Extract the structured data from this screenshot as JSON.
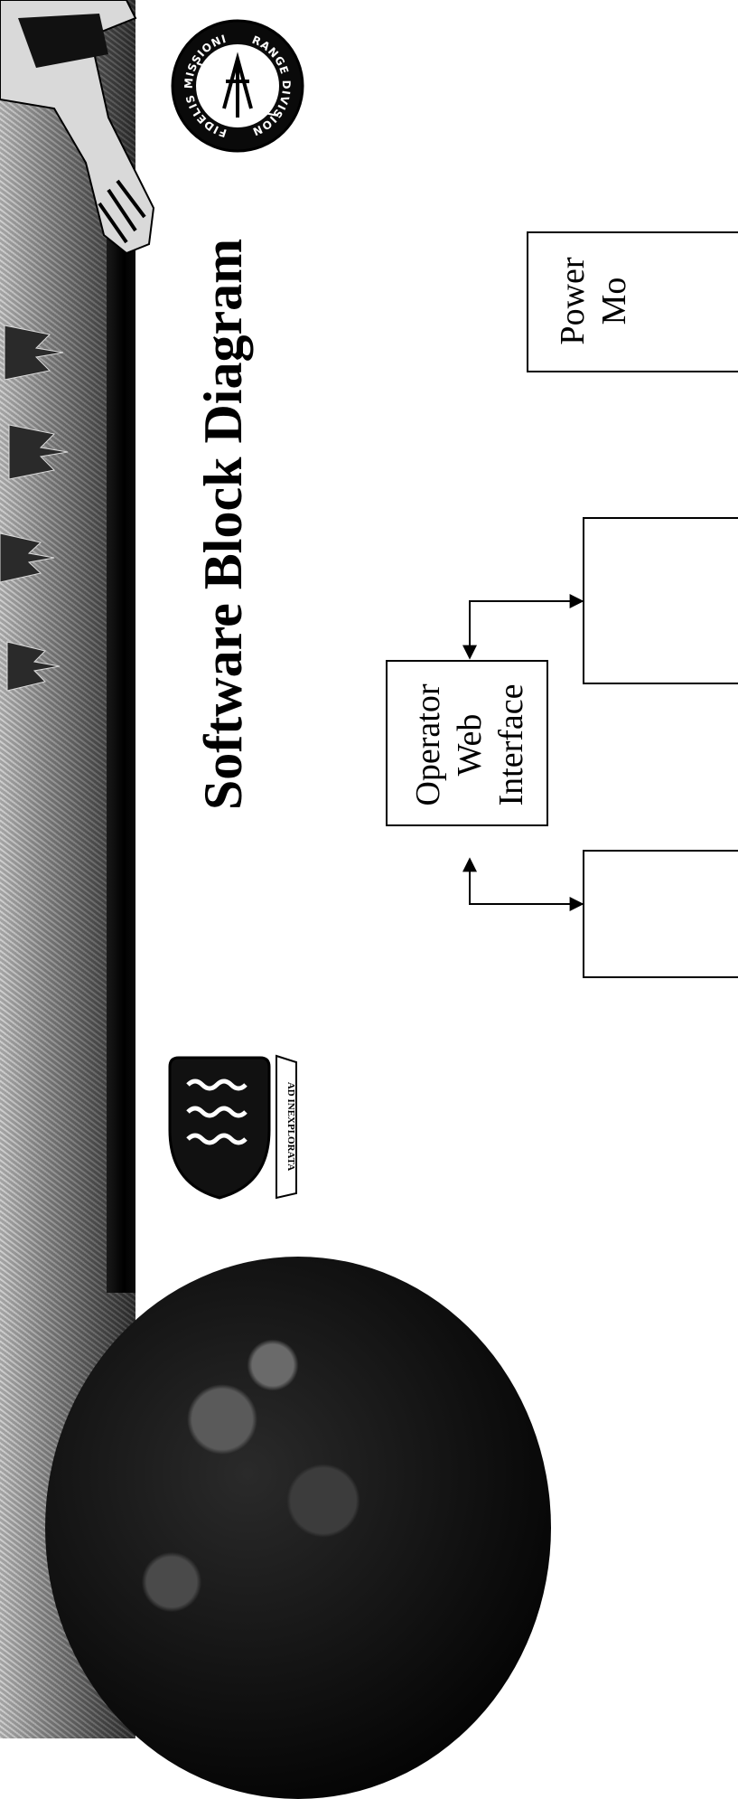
{
  "slide": {
    "title": "Software Block Diagram"
  },
  "emblems": {
    "left_seal_ring_text": "RANGE DIVISION",
    "left_seal_motto": "FIDELIS MISSIONI",
    "shield_scroll_text": "AD INEXPLORATA"
  },
  "diagram": {
    "operator_block_lines": [
      "Operator",
      "Web",
      "Interface"
    ],
    "power_block_lines": [
      "Power",
      "Mo"
    ]
  },
  "colors": {
    "ink": "#000000",
    "paper": "#ffffff"
  }
}
